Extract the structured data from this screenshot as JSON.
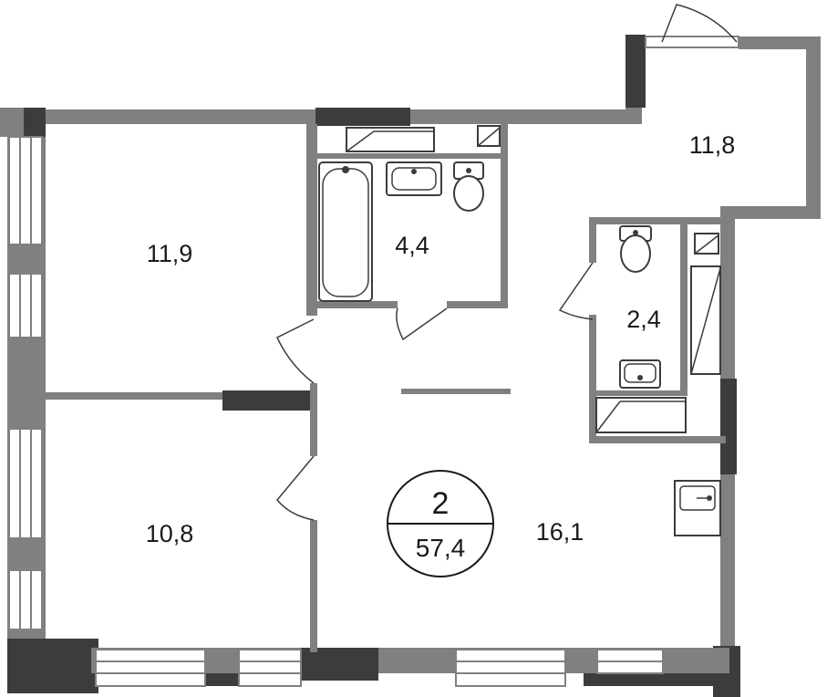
{
  "plan": {
    "rooms": [
      {
        "id": "bedroom-top",
        "area": "11,9"
      },
      {
        "id": "bathroom",
        "area": "4,4"
      },
      {
        "id": "balcony",
        "area": "11,8"
      },
      {
        "id": "wc",
        "area": "2,4"
      },
      {
        "id": "bedroom-bottom",
        "area": "10,8"
      },
      {
        "id": "living-kitchen",
        "area": "16,1"
      }
    ],
    "badge": {
      "rooms_count": "2",
      "total_area": "57,4"
    },
    "colors": {
      "wall": "#808080",
      "wall_dark": "#3c3c3c",
      "background": "#ffffff"
    }
  }
}
